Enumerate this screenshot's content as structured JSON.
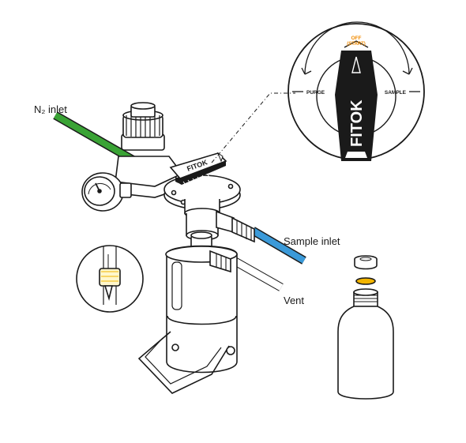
{
  "labels": {
    "n2_inlet": "N₂ inlet",
    "sample_inlet": "Sample inlet",
    "vent": "Vent"
  },
  "knob_detail": {
    "brand": "FITOK",
    "off": "OFF",
    "start": "(START)",
    "purge": "PURGE",
    "sample": "SAMPLE"
  },
  "handle_brand": "FITOK",
  "colors": {
    "n2_line": "#3aa335",
    "sample_line": "#3b9ad9",
    "septum": "#f2b400",
    "knob_accent": "#f08a00",
    "outline": "#1a1a1a"
  }
}
